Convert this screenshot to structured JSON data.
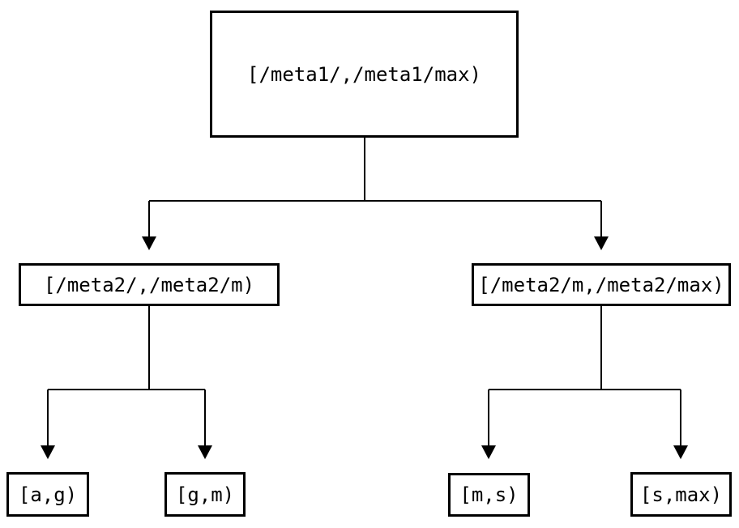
{
  "diagram": {
    "type": "tree",
    "background_color": "#ffffff",
    "line_color": "#000000",
    "text_color": "#000000",
    "nodes": {
      "root": {
        "label": "[/meta1/,/meta1/max)"
      },
      "mid_left": {
        "label": "[/meta2/,/meta2/m)"
      },
      "mid_right": {
        "label": "[/meta2/m,/meta2/max)"
      },
      "leaf_ag": {
        "label": "[a,g)"
      },
      "leaf_gm": {
        "label": "[g,m)"
      },
      "leaf_ms": {
        "label": "[m,s)"
      },
      "leaf_smax": {
        "label": "[s,max)"
      }
    },
    "edges": [
      {
        "from": "root",
        "to": "mid_left"
      },
      {
        "from": "root",
        "to": "mid_right"
      },
      {
        "from": "mid_left",
        "to": "leaf_ag"
      },
      {
        "from": "mid_left",
        "to": "leaf_gm"
      },
      {
        "from": "mid_right",
        "to": "leaf_ms"
      },
      {
        "from": "mid_right",
        "to": "leaf_smax"
      }
    ]
  }
}
